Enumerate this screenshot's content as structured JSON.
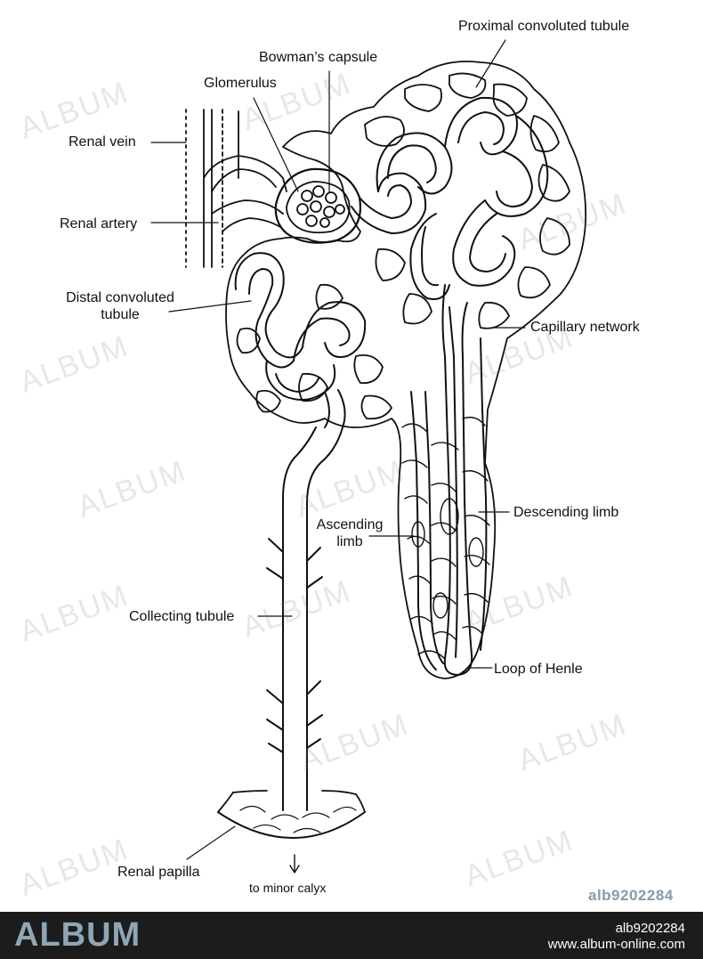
{
  "labels": {
    "proximal": "Proximal convoluted tubule",
    "bowman": "Bowman’s capsule",
    "glomerulus": "Glomerulus",
    "renal_vein": "Renal vein",
    "renal_artery": "Renal artery",
    "distal_line1": "Distal convoluted",
    "distal_line2": "tubule",
    "capillary": "Capillary network",
    "ascending_line1": "Ascending",
    "ascending_line2": "limb",
    "descending": "Descending limb",
    "collecting": "Collecting tubule",
    "loop": "Loop of Henle",
    "papilla": "Renal papilla",
    "minor_calyx": "to minor calyx"
  },
  "watermark": "ALBUM",
  "image_id": "alb9202284",
  "footer": {
    "logo": "ALBUM",
    "id": "alb9202284",
    "url": "www.album-online.com"
  },
  "colors": {
    "ink": "#111111",
    "footer_bg": "#1c1c1c",
    "logo": "#8fa6b5",
    "id_text": "#8a9aa6"
  }
}
